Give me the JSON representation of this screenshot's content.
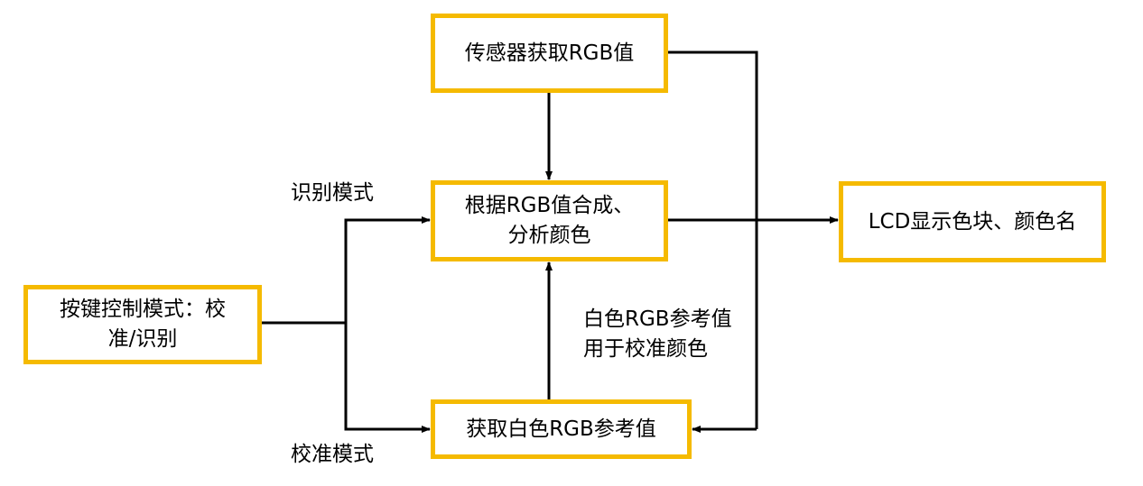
{
  "boxes": {
    "sensor": {
      "lines": [
        "传感器获取RGB值"
      ]
    },
    "analyze": {
      "lines": [
        "根据RGB值合成、",
        "分析颜色"
      ]
    },
    "lcd": {
      "lines": [
        "LCD显示色块、颜色名"
      ]
    },
    "key": {
      "lines": [
        "按键控制模式：校",
        "准/识别"
      ]
    },
    "white": {
      "lines": [
        "获取白色RGB参考值"
      ]
    }
  },
  "labels": {
    "recognize": "识别模式",
    "calibrate": "校准模式",
    "white_ref": [
      "白色RGB参考值",
      "用于校准颜色"
    ]
  },
  "colors": {
    "box_border": "#F5BA00",
    "line": "#000000",
    "background": "#FFFFFF"
  }
}
